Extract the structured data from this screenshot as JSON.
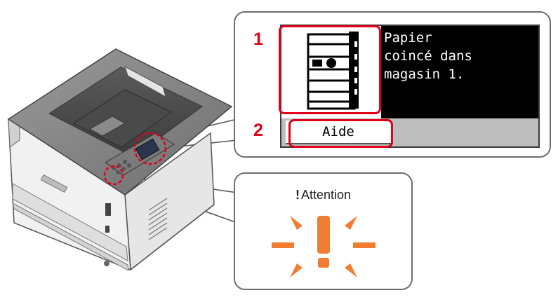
{
  "lcd": {
    "callout_number_1": "1",
    "callout_number_2": "2",
    "message": "Papier\ncoincé dans\nmagasin 1.",
    "help_key_label": "Aide"
  },
  "attention": {
    "mark": "!",
    "label": "Attention"
  },
  "colors": {
    "highlight": "#e0001a",
    "indicator_orange": "#f07d32",
    "lcd_message_background": "#000000"
  }
}
